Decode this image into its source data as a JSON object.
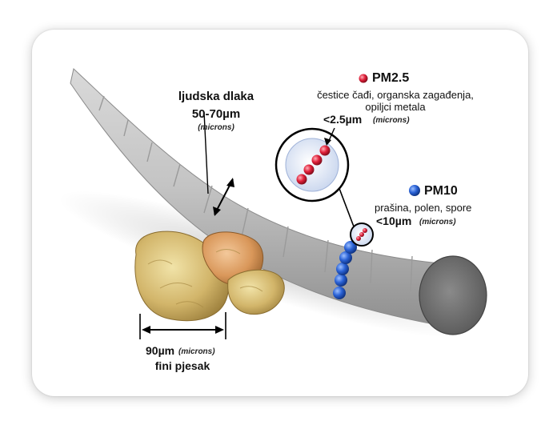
{
  "hair": {
    "name": "ljudska dlaka",
    "size": "50-70µm",
    "unit": "(microns)"
  },
  "pm25": {
    "title": "PM2.5",
    "desc_line1": "čestice čađi, organska zagađenja,",
    "desc_line2": "opiljci metala",
    "size": "<2.5µm",
    "unit": "(microns)",
    "color": "#e0203a"
  },
  "pm10": {
    "title": "PM10",
    "desc": "prašina, polen, spore",
    "size": "<10µm",
    "unit": "(microns)",
    "color": "#1f5fd6"
  },
  "sand": {
    "size": "90µm",
    "unit": "(microns)",
    "name": "fini pjesak"
  }
}
